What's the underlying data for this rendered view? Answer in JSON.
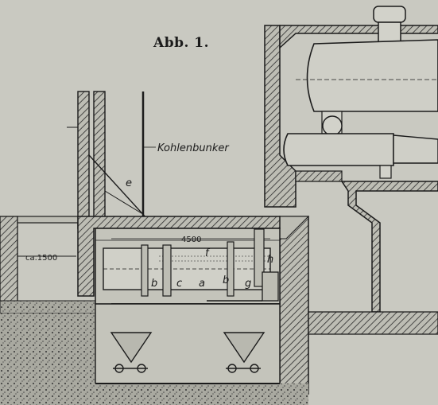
{
  "figure": {
    "title": "Abb. 1.",
    "labels": {
      "bunker": "Kohlenbunker",
      "width_dim": "ca.1500",
      "length_dim": "4500",
      "e": "e",
      "f": "f",
      "h": "h",
      "b_left": "b",
      "c": "c",
      "a": "a",
      "b_right": "b",
      "g": "g"
    }
  }
}
